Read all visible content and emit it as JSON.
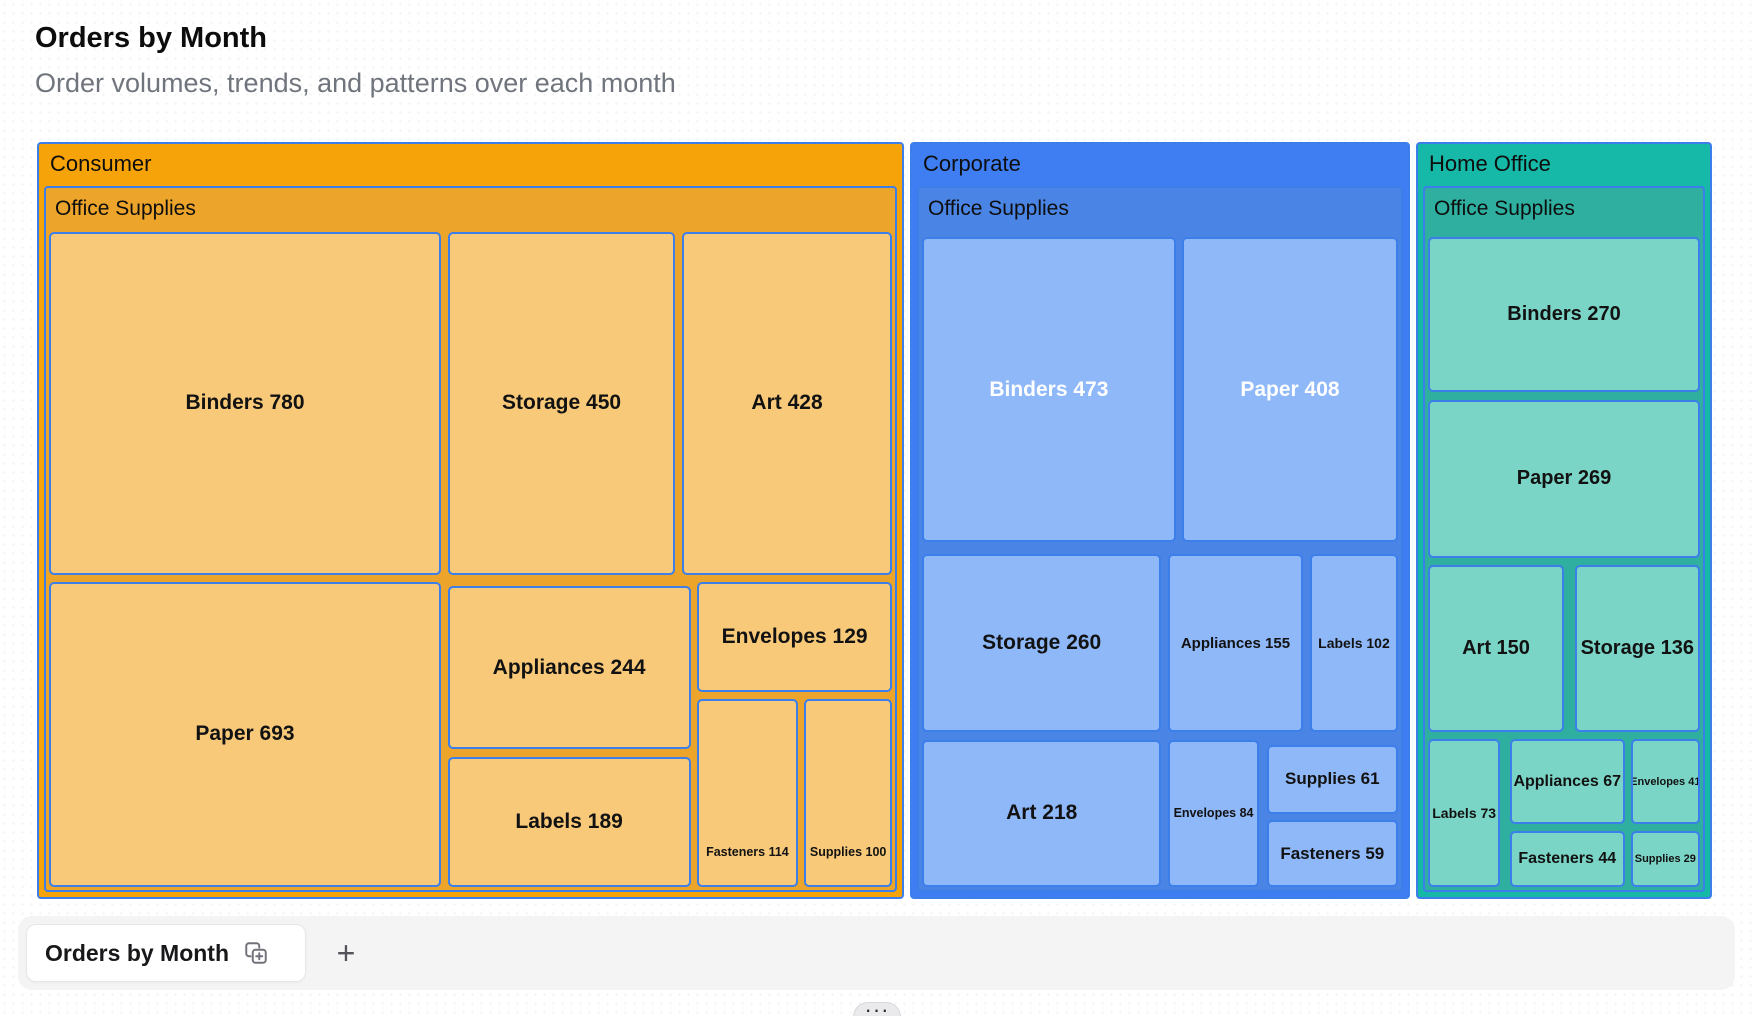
{
  "page": {
    "title": "Orders by Month",
    "subtitle": "Order volumes, trends, and patterns over each month"
  },
  "tab_bar": {
    "active_tab": "Orders by Month",
    "duplicate_icon": "copy-plus-icon",
    "add_tab_label": "+",
    "overflow_dots": "···"
  },
  "colors": {
    "consumer_header": "#f6a30a",
    "consumer_subgroup": "#eca42b",
    "consumer_tile": "#f8c979",
    "corporate_header": "#3e7ef2",
    "corporate_subgroup": "#4a84e4",
    "corporate_tile": "#8fb8f9",
    "home_office_header": "#16b8a7",
    "home_office_subgroup": "#2eaf9f",
    "home_office_tile": "#7bd5c7",
    "tile_border": "#3c7feb"
  },
  "chart_data": {
    "type": "treemap",
    "title": "Orders by Month",
    "subtitle": "Order volumes, trends, and patterns over each month",
    "legend_position": "none",
    "groups": [
      {
        "name": "Consumer",
        "subgroup": "Office Supplies",
        "items": [
          {
            "name": "Binders",
            "value": 780,
            "label": "Binders 780"
          },
          {
            "name": "Storage",
            "value": 450,
            "label": "Storage 450"
          },
          {
            "name": "Art",
            "value": 428,
            "label": "Art 428"
          },
          {
            "name": "Paper",
            "value": 693,
            "label": "Paper 693"
          },
          {
            "name": "Appliances",
            "value": 244,
            "label": "Appliances 244"
          },
          {
            "name": "Labels",
            "value": 189,
            "label": "Labels 189"
          },
          {
            "name": "Envelopes",
            "value": 129,
            "label": "Envelopes 129"
          },
          {
            "name": "Fasteners",
            "value": 114,
            "label": "Fasteners 114"
          },
          {
            "name": "Supplies",
            "value": 100,
            "label": "Supplies 100"
          }
        ]
      },
      {
        "name": "Corporate",
        "subgroup": "Office Supplies",
        "items": [
          {
            "name": "Binders",
            "value": 473,
            "label": "Binders 473"
          },
          {
            "name": "Paper",
            "value": 408,
            "label": "Paper 408"
          },
          {
            "name": "Storage",
            "value": 260,
            "label": "Storage 260"
          },
          {
            "name": "Appliances",
            "value": 155,
            "label": "Appliances 155"
          },
          {
            "name": "Labels",
            "value": 102,
            "label": "Labels 102"
          },
          {
            "name": "Art",
            "value": 218,
            "label": "Art 218"
          },
          {
            "name": "Envelopes",
            "value": 84,
            "label": "Envelopes 84"
          },
          {
            "name": "Supplies",
            "value": 61,
            "label": "Supplies 61"
          },
          {
            "name": "Fasteners",
            "value": 59,
            "label": "Fasteners 59"
          }
        ]
      },
      {
        "name": "Home Office",
        "subgroup": "Office Supplies",
        "items": [
          {
            "name": "Binders",
            "value": 270,
            "label": "Binders 270"
          },
          {
            "name": "Paper",
            "value": 269,
            "label": "Paper 269"
          },
          {
            "name": "Art",
            "value": 150,
            "label": "Art 150"
          },
          {
            "name": "Storage",
            "value": 136,
            "label": "Storage 136"
          },
          {
            "name": "Labels",
            "value": 73,
            "label": "Labels 73"
          },
          {
            "name": "Appliances",
            "value": 67,
            "label": "Appliances 67"
          },
          {
            "name": "Envelopes",
            "value": 41,
            "label": "Envelopes 41"
          },
          {
            "name": "Fasteners",
            "value": 44,
            "label": "Fasteners 44"
          },
          {
            "name": "Supplies",
            "value": 29,
            "label": "Supplies 29"
          }
        ]
      }
    ]
  }
}
